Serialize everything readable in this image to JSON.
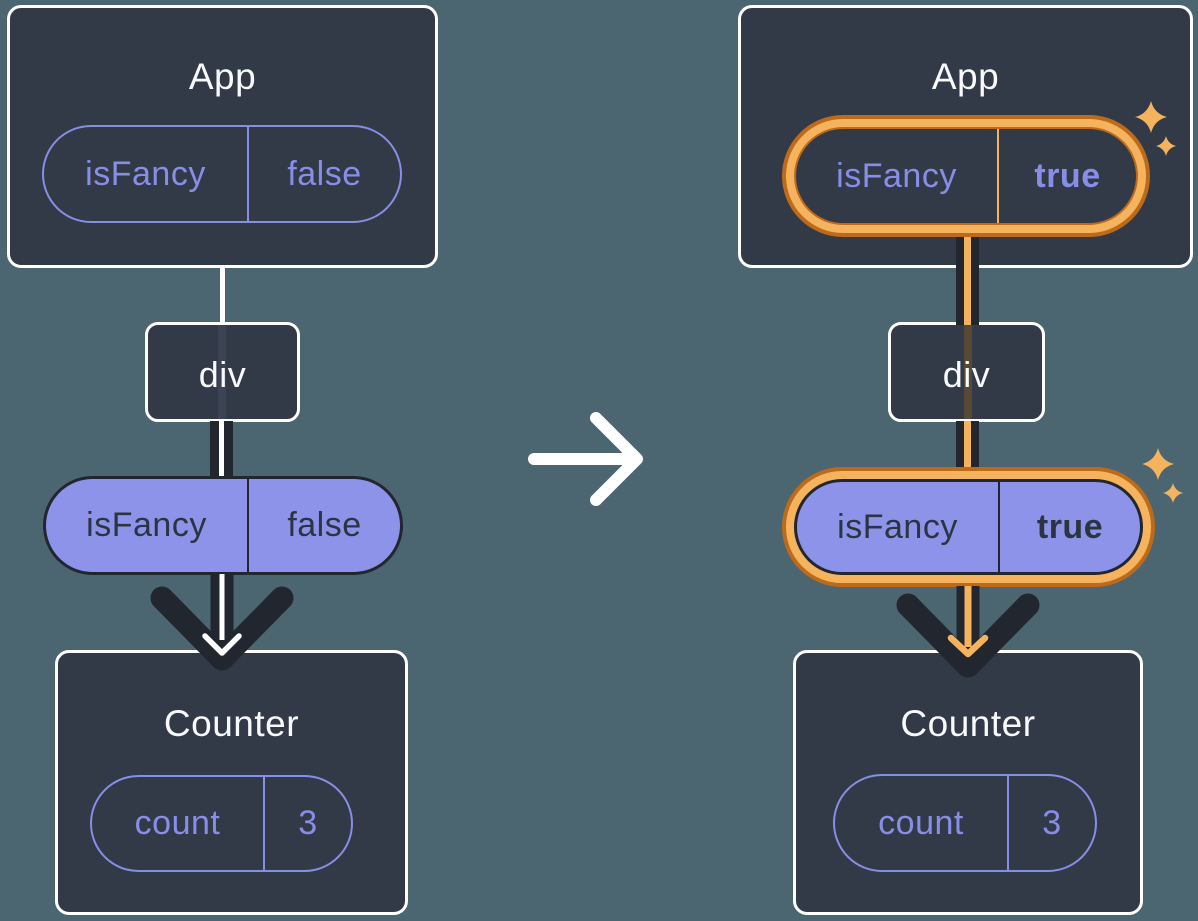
{
  "colors": {
    "bg": "#4B6671",
    "card": "#333A47",
    "cardBorder": "#FFFFFF",
    "dark": "#22262F",
    "purple": "#878EE7",
    "purpleFill": "#8E93EA",
    "darkText": "#2D3441",
    "white": "#FFFFFF",
    "orange": "#F6B35E",
    "orangeDeep": "#BD6A1B",
    "fadedLeft": "#3C4353",
    "fadedRight": "#584936",
    "title": "#F7F9FC"
  },
  "before": {
    "app": {
      "title": "App",
      "state": {
        "name": "isFancy",
        "value": "false"
      }
    },
    "div_node": {
      "label": "div"
    },
    "prop": {
      "name": "isFancy",
      "value": "false"
    },
    "counter": {
      "title": "Counter",
      "state": {
        "name": "count",
        "value": "3"
      }
    }
  },
  "after": {
    "app": {
      "title": "App",
      "state": {
        "name": "isFancy",
        "value": "true"
      }
    },
    "div_node": {
      "label": "div"
    },
    "prop": {
      "name": "isFancy",
      "value": "true"
    },
    "counter": {
      "title": "Counter",
      "state": {
        "name": "count",
        "value": "3"
      }
    }
  },
  "icons": {
    "transition_arrow": "right-arrow",
    "prop_flow": "down-arrow",
    "highlight": "sparkles"
  }
}
